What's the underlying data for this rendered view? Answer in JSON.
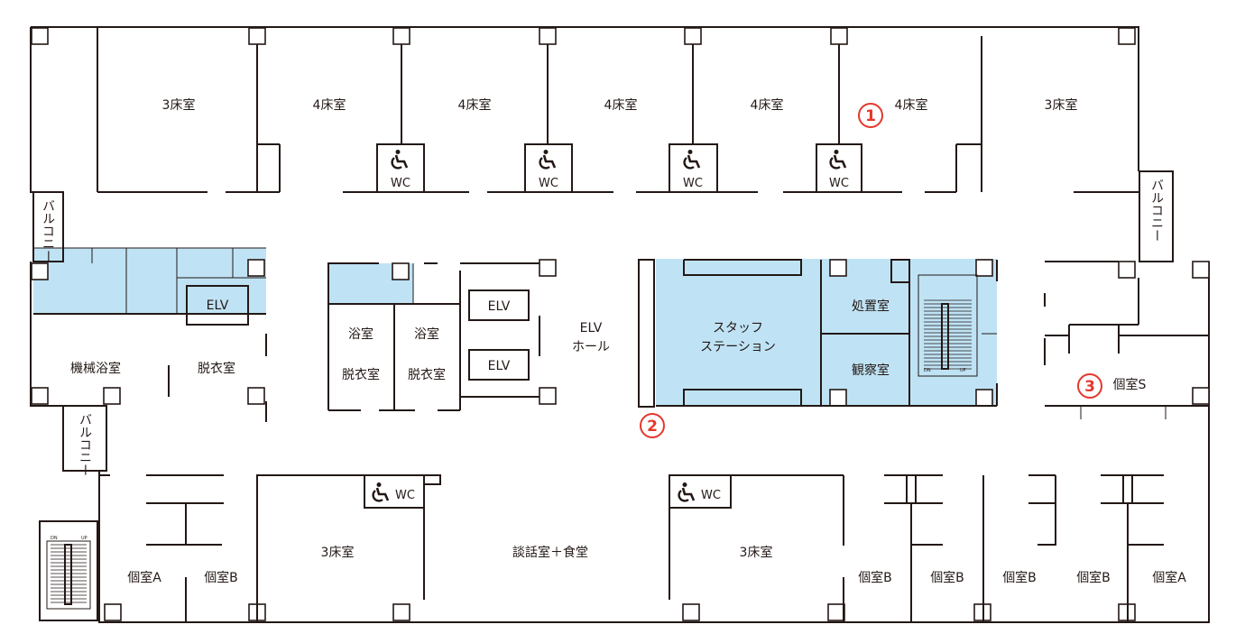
{
  "colors": {
    "wall": "#231815",
    "highlight": "#bfe3f5",
    "marker": "#e6372c",
    "background": "#ffffff"
  },
  "icons": {
    "wheelchair": "wheelchair-icon",
    "stairs": "stairs-icon"
  },
  "rooms": {
    "top_3bed_left": "3床室",
    "top_4bed_1": "4床室",
    "top_4bed_2": "4床室",
    "top_4bed_3": "4床室",
    "top_4bed_4": "4床室",
    "top_4bed_5": "4床室",
    "top_3bed_right": "3床室",
    "balcony_left_upper": "バルコニー",
    "balcony_left_lower": "バルコニー",
    "balcony_right": "バルコニー",
    "elv_left": "ELV",
    "machine_bath": "機械浴室",
    "dressing_left": "脱衣室",
    "bath_1": "浴室",
    "bath_2": "浴室",
    "dressing_1": "脱衣室",
    "dressing_2": "脱衣室",
    "elv_1": "ELV",
    "elv_2": "ELV",
    "elv_hall_line1": "ELV",
    "elv_hall_line2": "ホール",
    "staff_station_line1": "スタッフ",
    "staff_station_line2": "ステーション",
    "treatment": "処置室",
    "observation": "観察室",
    "private_s": "個室S",
    "bottom_private_a_left": "個室A",
    "bottom_private_b_left": "個室B",
    "bottom_3bed_left": "3床室",
    "lounge_dining": "談話室＋食堂",
    "bottom_3bed_right": "3床室",
    "bottom_private_b_1": "個室B",
    "bottom_private_b_2": "個室B",
    "bottom_private_b_3": "個室B",
    "bottom_private_b_4": "個室B",
    "bottom_private_a_right": "個室A"
  },
  "wc": {
    "label": "WC"
  },
  "stairs": {
    "dn": "DN",
    "up": "UP"
  },
  "markers": {
    "m1": "1",
    "m2": "2",
    "m3": "3"
  }
}
